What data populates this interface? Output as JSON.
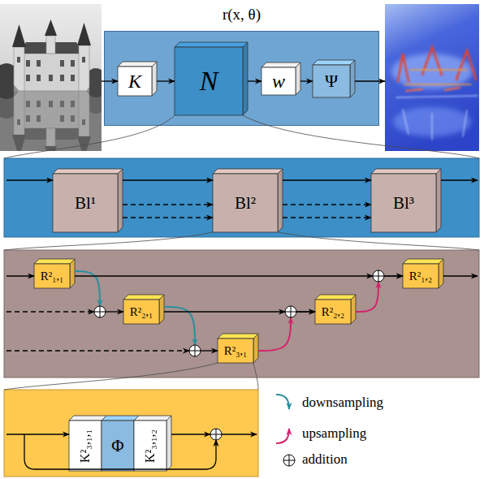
{
  "diagram": {
    "nodes": [
      {
        "text": [
          "r(x, θ)"
        ]
      },
      {
        "text": [
          "K"
        ],
        "in": 0
      },
      {
        "text": [
          "N"
        ],
        "in": 0
      },
      {
        "text": [
          "w"
        ],
        "in": 0
      },
      {
        "text": [
          "Ψ"
        ],
        "in": 0
      },
      {
        "text": [
          "Bl¹"
        ]
      },
      {
        "text": [
          "Bl²"
        ]
      },
      {
        "text": [
          "Bl³"
        ]
      },
      {
        "text": [
          "R²₁,₁"
        ]
      },
      {
        "text": [
          "R²₂,₁"
        ]
      },
      {
        "text": [
          "R²₃,₁"
        ]
      },
      {
        "text": [
          "R²₂,₂"
        ]
      },
      {
        "text": [
          "R²₁,₂"
        ]
      },
      {
        "text": [
          "K²₃,₁,₁"
        ]
      },
      {
        "text": [
          "Φ"
        ]
      },
      {
        "text": [
          "K²₃,₁,₂"
        ]
      }
    ],
    "edges": [
      {
        "from": 1,
        "to": 2,
        "arrow": "to"
      },
      {
        "from": 2,
        "to": 3,
        "arrow": "to"
      },
      {
        "from": 3,
        "to": 4,
        "arrow": "to"
      },
      {
        "from": 5,
        "to": 6,
        "arrow": "to"
      },
      {
        "from": 5,
        "to": 6,
        "arrow": "to"
      },
      {
        "from": 5,
        "to": 6,
        "arrow": "to"
      },
      {
        "from": 6,
        "to": 7,
        "arrow": "to"
      },
      {
        "from": 6,
        "to": 7,
        "arrow": "to"
      },
      {
        "from": 6,
        "to": 7,
        "arrow": "to"
      },
      {
        "from": 8,
        "to": 9,
        "arrow": "to"
      },
      {
        "from": 9,
        "to": 10,
        "arrow": "to"
      },
      {
        "from": 9,
        "to": 11,
        "arrow": "to"
      },
      {
        "from": 10,
        "to": 11,
        "arrow": "to"
      },
      {
        "from": 11,
        "to": 12,
        "arrow": "to"
      },
      {
        "from": 8,
        "to": 12,
        "arrow": "to"
      }
    ],
    "legend": [
      {
        "text": "downsampling"
      },
      {
        "text": "upsampling"
      },
      {
        "text": "addition"
      }
    ]
  }
}
